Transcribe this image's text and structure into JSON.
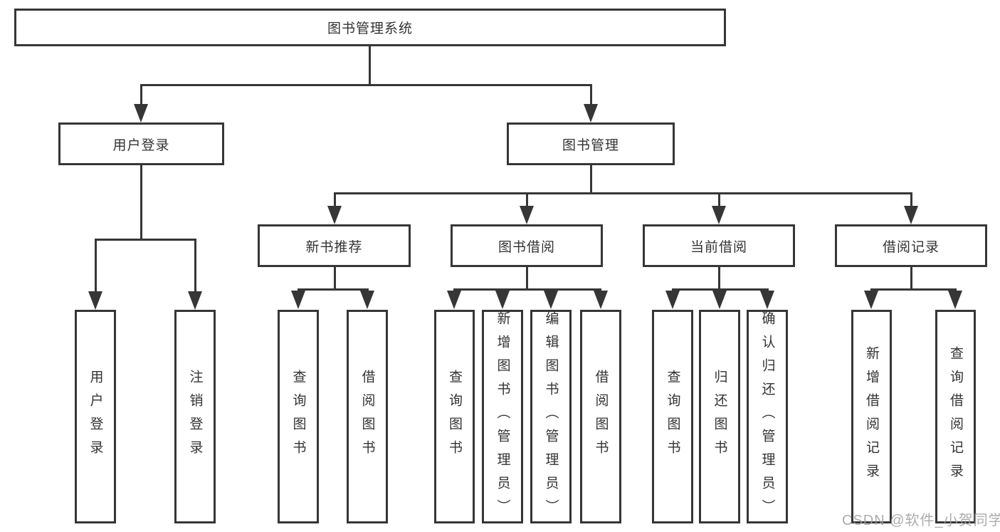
{
  "tree": {
    "root": "图书管理系统",
    "children": [
      {
        "label": "用户登录",
        "leaves": [
          "用户登录",
          "注销登录"
        ]
      },
      {
        "label": "图书管理",
        "children": [
          {
            "label": "新书推荐",
            "leaves": [
              "查询图书",
              "借阅图书"
            ]
          },
          {
            "label": "图书借阅",
            "leaves": [
              "查询图书",
              "新增图书（管理员）",
              "编辑图书（管理员）",
              "借阅图书"
            ]
          },
          {
            "label": "当前借阅",
            "leaves": [
              "查询图书",
              "归还图书",
              "确认归还（管理员）"
            ]
          },
          {
            "label": "借阅记录",
            "leaves": [
              "新增借阅记录",
              "查询借阅记录"
            ]
          }
        ]
      }
    ]
  },
  "watermark": {
    "text": "CSDN @软件_小贺同学"
  },
  "colors": {
    "line": "#363636",
    "text": "#333333",
    "background": "#ffffff",
    "watermark": "#9e9e9e"
  }
}
